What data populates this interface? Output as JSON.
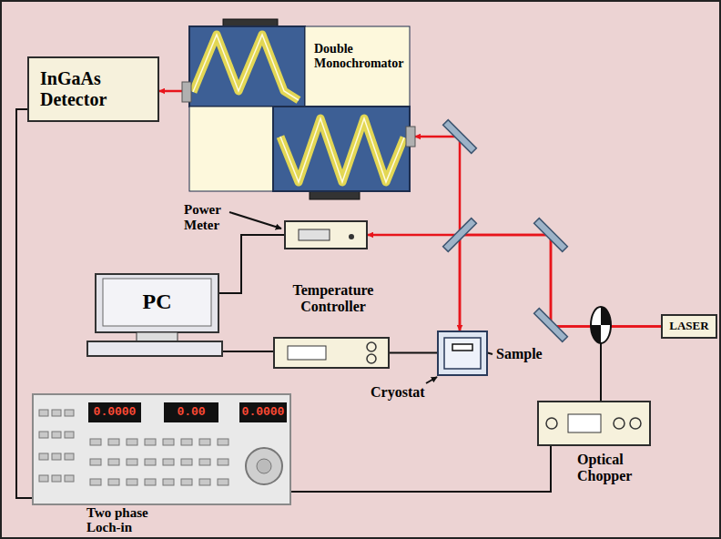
{
  "diagram": {
    "nodes": [
      {
        "text": [
          "InGaAs Detector"
        ]
      },
      {
        "text": [
          "Double Monochromator"
        ]
      },
      {
        "text": [
          "Power Meter"
        ]
      },
      {
        "text": [
          "PC"
        ]
      },
      {
        "text": [
          "Temperature Controller"
        ]
      },
      {
        "text": [
          "Cryostat"
        ]
      },
      {
        "text": [
          "LASER"
        ]
      },
      {
        "text": [
          "Optical Chopper"
        ]
      },
      {
        "text": [
          "Two phase Loch-in"
        ]
      }
    ],
    "edges": [
      {
        "from": 1,
        "to": 0,
        "arrow": "to"
      },
      {
        "from": 6,
        "to": 2,
        "arrow": "to"
      },
      {
        "from": 6,
        "to": 5,
        "arrow": "to"
      },
      {
        "from": 5,
        "to": 1,
        "arrow": "to"
      },
      {
        "from": 0,
        "to": 8,
        "arrow": "none"
      },
      {
        "from": 8,
        "to": 7,
        "arrow": "none"
      },
      {
        "from": 3,
        "to": 2,
        "arrow": "none"
      },
      {
        "from": 3,
        "to": 4,
        "arrow": "none"
      },
      {
        "from": 4,
        "to": 5,
        "arrow": "none"
      }
    ],
    "labels": [
      "Sample",
      "0.0000",
      "0.00",
      "0.0000"
    ]
  }
}
